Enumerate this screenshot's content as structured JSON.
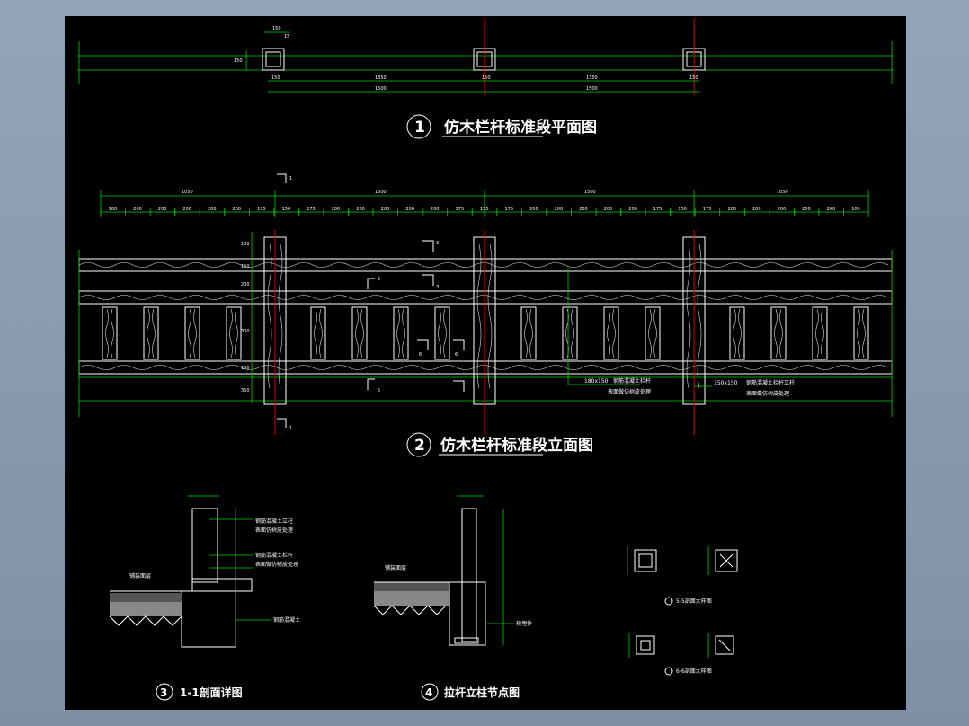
{
  "titles": {
    "t1_num": "1",
    "t1": "仿木栏杆标准段平面图",
    "t2_num": "2",
    "t2": "仿木栏杆标准段立面图",
    "t3_num": "3",
    "t3": "1-1剖面详图",
    "t4_num": "4",
    "t4": "拉杆立柱节点图",
    "t5": "5-5剖面大样图",
    "t6": "6-6剖面大样图"
  },
  "plan_dims": {
    "top": [
      "150",
      "15"
    ],
    "side": "150",
    "post1": "150",
    "span1": "1350",
    "post2": "150",
    "span2": "1350",
    "post3": "150",
    "total1": "1500",
    "total2": "1500"
  },
  "elev_dims": {
    "spans": [
      "1050",
      "1500",
      "1500",
      "1050"
    ],
    "sub": [
      "100",
      "200",
      "200",
      "200",
      "200",
      "200",
      "175",
      "150",
      "175",
      "200",
      "200",
      "200",
      "200",
      "200",
      "175",
      "150",
      "175",
      "200",
      "200",
      "200",
      "200",
      "200",
      "175",
      "150",
      "175",
      "200",
      "200",
      "200",
      "200",
      "200",
      "100"
    ],
    "heights": [
      "100",
      "150",
      "200",
      "300",
      "150",
      "350"
    ]
  },
  "elev_notes": {
    "rail": "钢筋混凝土栏杆",
    "rail2": "表面做仿树皮处理",
    "rail_size": "180x150",
    "post": "钢筋混凝土栏杆立柱",
    "post2": "表面做仿树皮处理",
    "post_size": "150x150"
  },
  "section_labels": {
    "s1": "1",
    "s3": "3",
    "s5": "5",
    "s6": "6"
  },
  "detail_notes": {
    "d3_a": "钢筋混凝土立柱",
    "d3_b": "表面仿树皮处理",
    "d3_c": "钢筋混凝土栏杆",
    "d3_d": "表面做仿树皮处理",
    "d3_e": "钢筋混凝土",
    "d3_f": "铺装面层",
    "d4_a": "铺装面层",
    "d4_b": "预埋件"
  }
}
